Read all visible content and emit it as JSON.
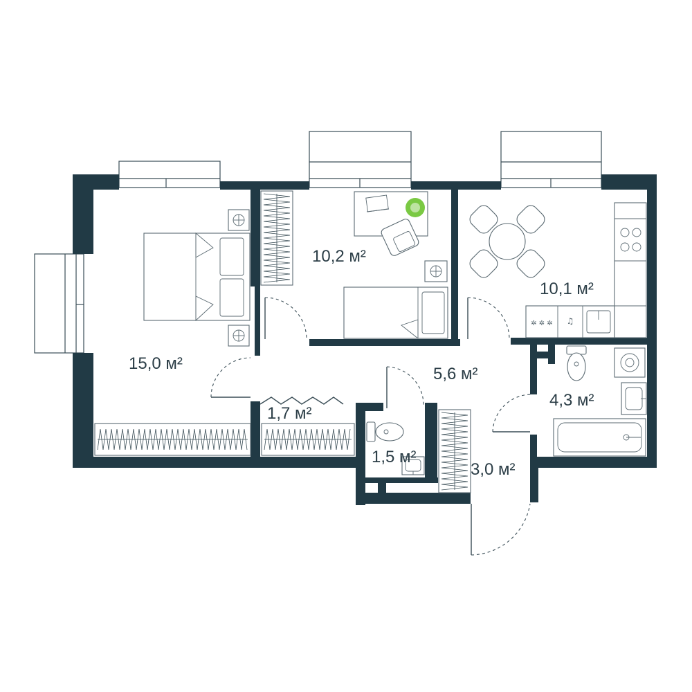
{
  "colors": {
    "wall": "#213a45",
    "line": "#3a4d56",
    "plant": "#7ac943"
  },
  "rooms": {
    "bedroom": "15,0 м²",
    "study": "10,2 м²",
    "kitchen": "10,1 м²",
    "hall": "5,6 м²",
    "bathroom": "4,3 м²",
    "wardrobe": "1,7 м²",
    "toilet": "1,5 м²",
    "entrance": "3,0 м²"
  }
}
